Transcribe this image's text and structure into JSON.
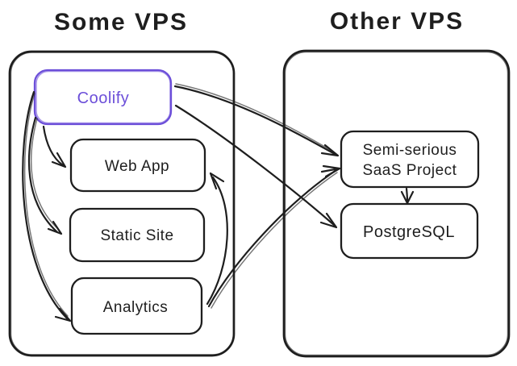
{
  "diagram": {
    "titles": {
      "left": "Some VPS",
      "right": "Other VPS"
    },
    "nodes": {
      "coolify": {
        "label": "Coolify"
      },
      "web_app": {
        "label": "Web App"
      },
      "static_site": {
        "label": "Static Site"
      },
      "analytics": {
        "label": "Analytics"
      },
      "saas": {
        "label_line1": "Semi-serious",
        "label_line2": "SaaS Project"
      },
      "postgresql": {
        "label": "PostgreSQL"
      }
    },
    "edges": [
      {
        "from": "Coolify",
        "to": "Web App"
      },
      {
        "from": "Coolify",
        "to": "Static Site"
      },
      {
        "from": "Coolify",
        "to": "Analytics"
      },
      {
        "from": "Coolify",
        "to": "Semi-serious SaaS Project"
      },
      {
        "from": "Coolify",
        "to": "PostgreSQL"
      },
      {
        "from": "Analytics",
        "to": "Web App"
      },
      {
        "from": "Analytics",
        "to": "Semi-serious SaaS Project"
      },
      {
        "from": "Semi-serious SaaS Project",
        "to": "PostgreSQL"
      }
    ]
  },
  "colors": {
    "ink": "#1e1e1e",
    "accent": "#6c4fd9",
    "background": "#ffffff"
  }
}
